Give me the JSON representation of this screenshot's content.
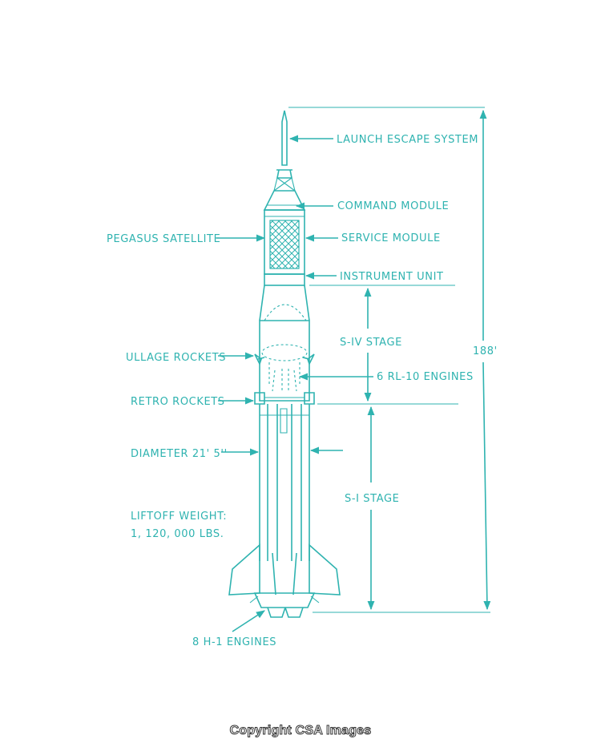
{
  "colors": {
    "line": "#2fb3b0",
    "background": "#ffffff"
  },
  "labels": {
    "launch_escape": "LAUNCH ESCAPE SYSTEM",
    "command_module": "COMMAND MODULE",
    "pegasus": "PEGASUS SATELLITE",
    "service_module": "SERVICE MODULE",
    "instrument_unit": "INSTRUMENT UNIT",
    "s4_stage": "S-IV STAGE",
    "height": "188'",
    "ullage": "ULLAGE ROCKETS",
    "rl10": "6 RL-10 ENGINES",
    "retro": "RETRO ROCKETS",
    "diameter": "DIAMETER 21' 5''",
    "s1_stage": "S-I STAGE",
    "liftoff_line1": "LIFTOFF WEIGHT:",
    "liftoff_line2": "1, 120, 000 LBS.",
    "h1_engines": "8 H-1 ENGINES"
  },
  "footer": {
    "copyright": "Copyright CSA Images"
  }
}
